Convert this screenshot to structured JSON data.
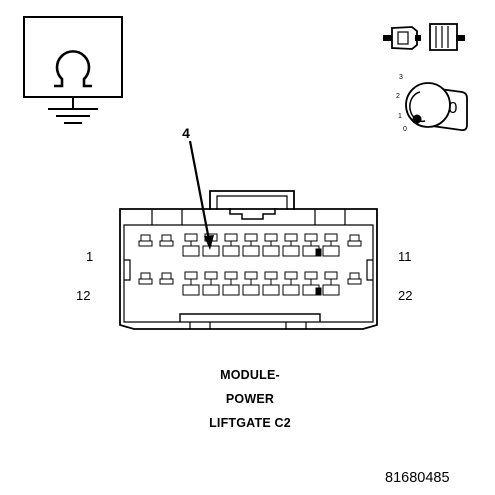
{
  "diagram": {
    "callout_number": "4",
    "pin_labels": {
      "top_left": "1",
      "top_right": "11",
      "bottom_left": "12",
      "bottom_right": "22"
    },
    "title_lines": [
      "MODULE-",
      "POWER",
      "LIFTGATE C2"
    ],
    "figure_code": "81680485",
    "key_position_labels": [
      "3",
      "2",
      "1",
      "0"
    ],
    "key_digit": "0",
    "icons": {
      "ohmmeter": "ohm-ground-icon",
      "connector": "connector-disconnect-icon",
      "ignition": "ignition-key-icon"
    }
  }
}
